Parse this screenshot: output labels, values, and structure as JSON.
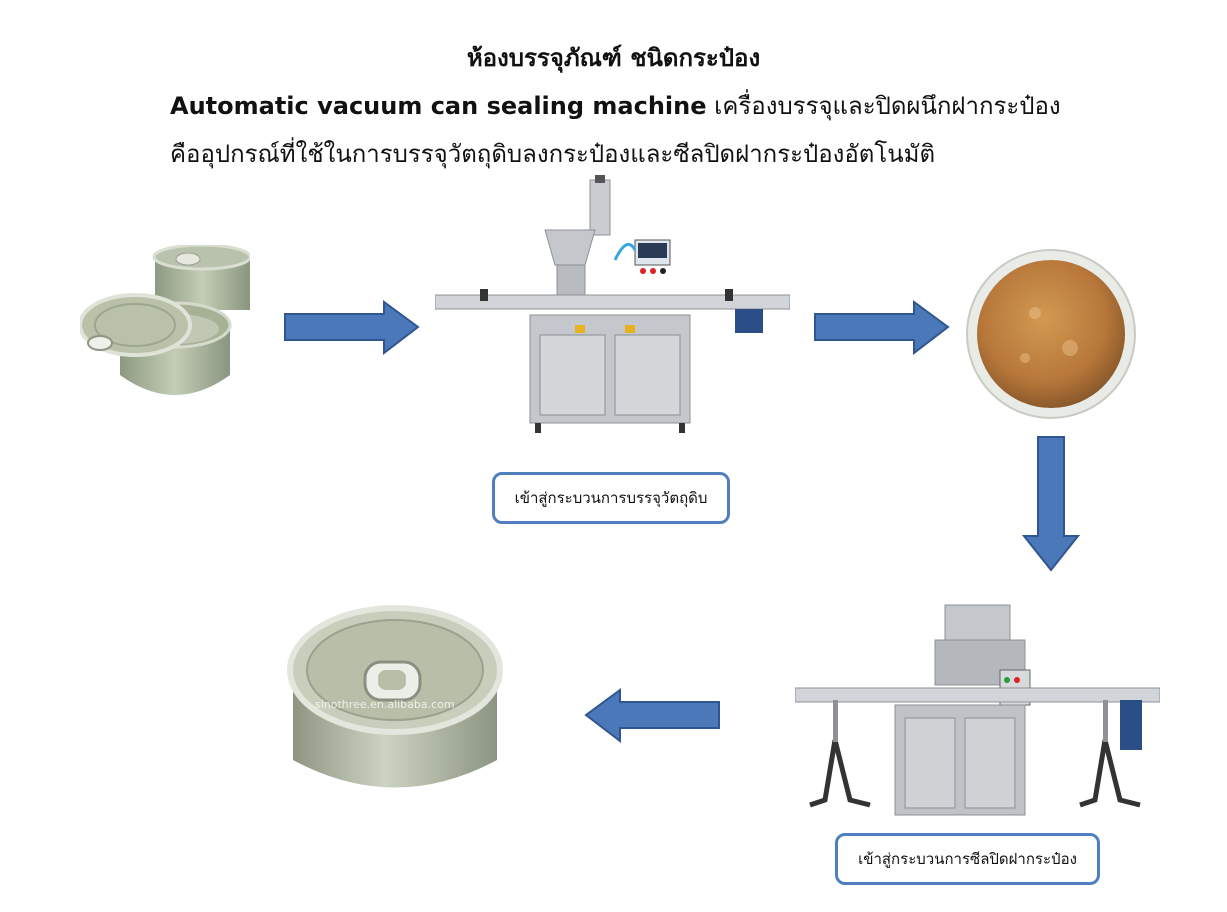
{
  "header": {
    "title": "ห้องบรรจุภัณฑ์ ชนิดกระป๋อง",
    "machine_name": "Automatic vacuum can sealing machine",
    "machine_desc_th": "เครื่องบรรจุและปิดผนึกฝากระป๋อง",
    "description": "คืออุปกรณ์ที่ใช้ในการบรรจุวัตถุดิบลงกระป๋องและซีลปิดฝากระป๋องอัตโนมัติ"
  },
  "steps": {
    "filling_label": "เข้าสู่กระบวนการบรรจุวัตถุดิบ",
    "sealing_label": "เข้าสู่กระบวนการซีลปิดฝากระป๋อง"
  },
  "watermark": "sinothree.en.alibaba.com",
  "colors": {
    "arrow": "#4a78b8",
    "label_border": "#4f7fbf"
  }
}
